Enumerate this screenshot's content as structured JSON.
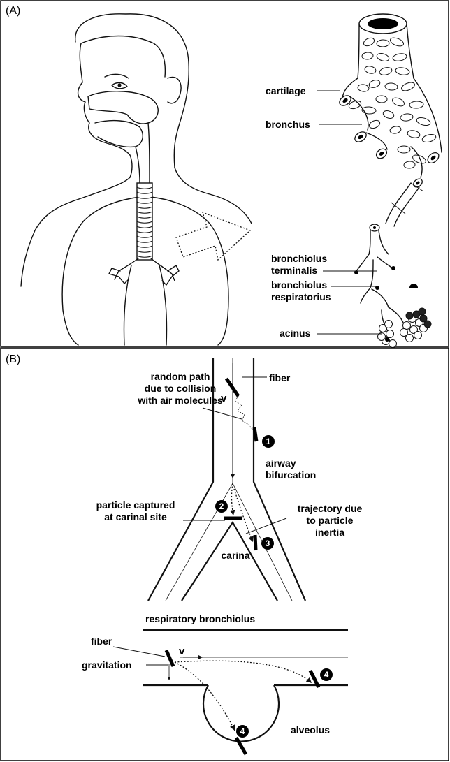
{
  "panel_a": {
    "label": "(A)",
    "labels": {
      "cartilage": "cartilage",
      "bronchus": "bronchus",
      "bronchiolus_terminalis_1": "bronchiolus",
      "bronchiolus_terminalis_2": "terminalis",
      "bronchiolus_respiratorius_1": "bronchiolus",
      "bronchiolus_respiratorius_2": "respiratorius",
      "acinus": "acinus"
    }
  },
  "panel_b": {
    "label": "(B)",
    "labels": {
      "random_path_1": "random path",
      "random_path_2": "due to collision",
      "random_path_3": "with air molecules",
      "fiber_top": "fiber",
      "v_top": "v",
      "airway_1": "airway",
      "airway_2": "bifurcation",
      "captured_1": "particle captured",
      "captured_2": "at carinal site",
      "trajectory_1": "trajectory due",
      "trajectory_2": "to particle",
      "trajectory_3": "inertia",
      "carina": "carina",
      "resp_bronchiolus": "respiratory bronchiolus",
      "fiber_bottom": "fiber",
      "v_bottom": "v",
      "gravitation": "gravitation",
      "alveolus": "alveolus"
    },
    "markers": {
      "m1": "1",
      "m2": "2",
      "m3": "3",
      "m4a": "4",
      "m4b": "4"
    }
  }
}
